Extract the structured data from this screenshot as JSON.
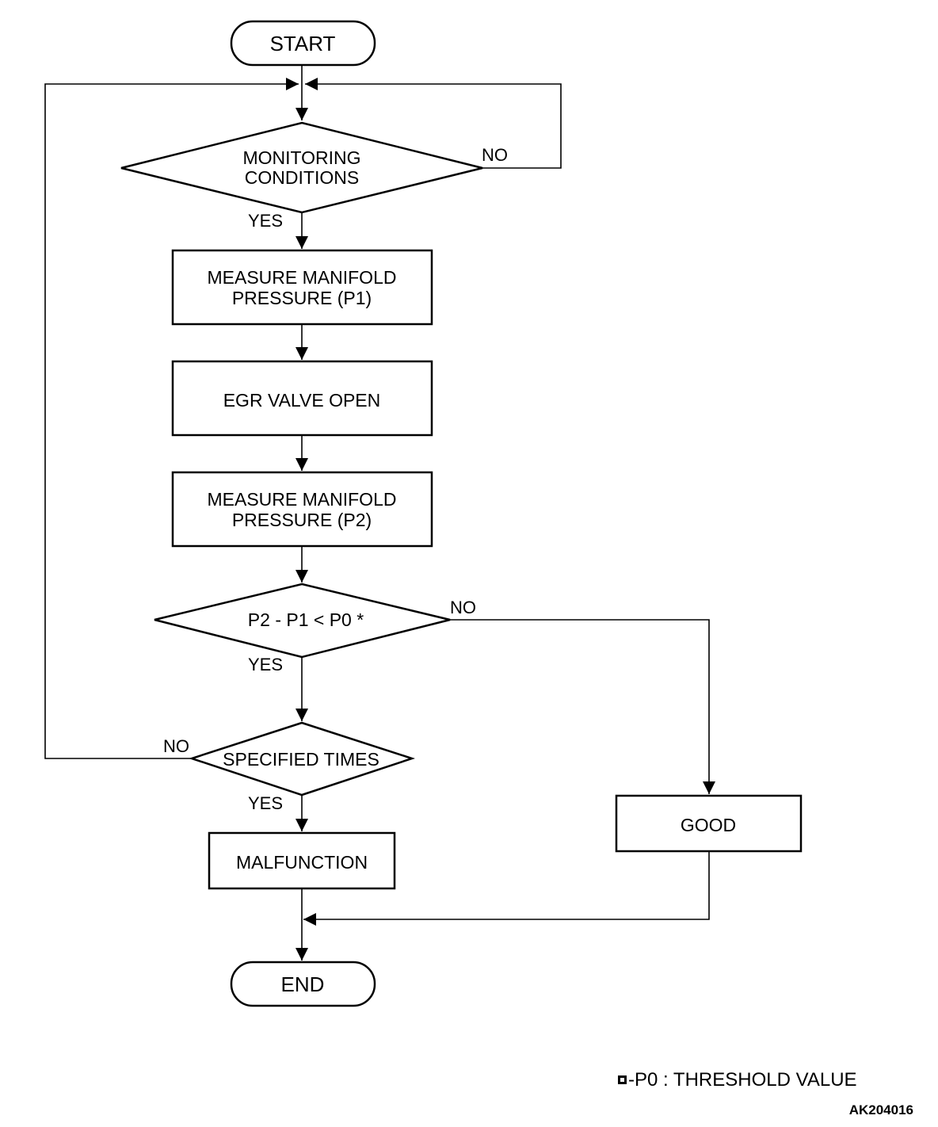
{
  "nodes": {
    "start": "START",
    "monitoring": [
      "MONITORING",
      "CONDITIONS"
    ],
    "measure_p1": [
      "MEASURE MANIFOLD",
      "PRESSURE (P1)"
    ],
    "egr_open": "EGR VALVE OPEN",
    "measure_p2": [
      "MEASURE MANIFOLD",
      "PRESSURE (P2)"
    ],
    "compare": "P2 - P1 < P0 *",
    "specified": "SPECIFIED TIMES",
    "malfunction": "MALFUNCTION",
    "good": "GOOD",
    "end": "END"
  },
  "edge_labels": {
    "monitoring_no": "NO",
    "monitoring_yes": "YES",
    "compare_no": "NO",
    "compare_yes": "YES",
    "specified_no": "NO",
    "specified_yes": "YES"
  },
  "note": {
    "text": "-P0  : THRESHOLD VALUE"
  },
  "figure_code": "AK204016"
}
